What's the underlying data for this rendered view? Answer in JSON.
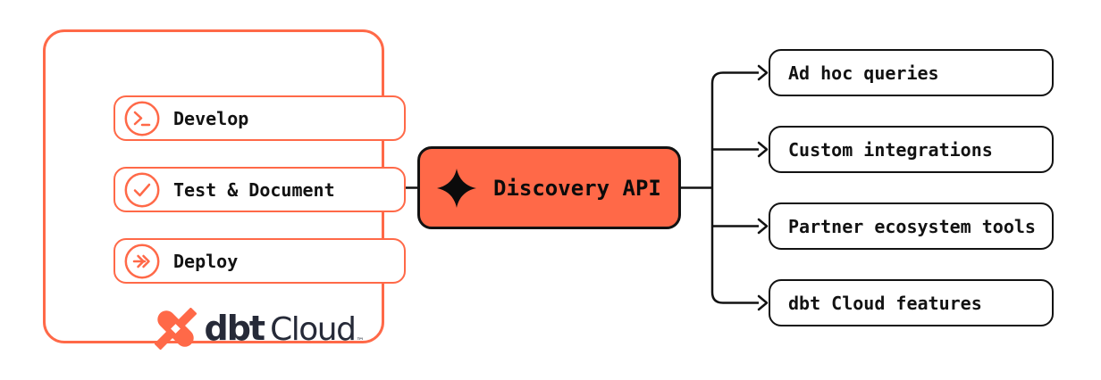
{
  "colors": {
    "coral": "#FF6948",
    "ink": "#121212",
    "navy": "#262A38"
  },
  "pipeline": {
    "stages": [
      {
        "label": "Develop",
        "icon": "terminal-prompt-icon"
      },
      {
        "label": "Test & Document",
        "icon": "check-circle-icon"
      },
      {
        "label": "Deploy",
        "icon": "deploy-arrow-icon"
      }
    ],
    "logo": {
      "brand": "dbt",
      "product": "Cloud",
      "trademark": "™"
    }
  },
  "api": {
    "label": "Discovery API",
    "icon": "sparkle-icon"
  },
  "consumers": [
    {
      "label": "Ad hoc queries"
    },
    {
      "label": "Custom integrations"
    },
    {
      "label": "Partner ecosystem tools"
    },
    {
      "label": "dbt Cloud features"
    }
  ]
}
